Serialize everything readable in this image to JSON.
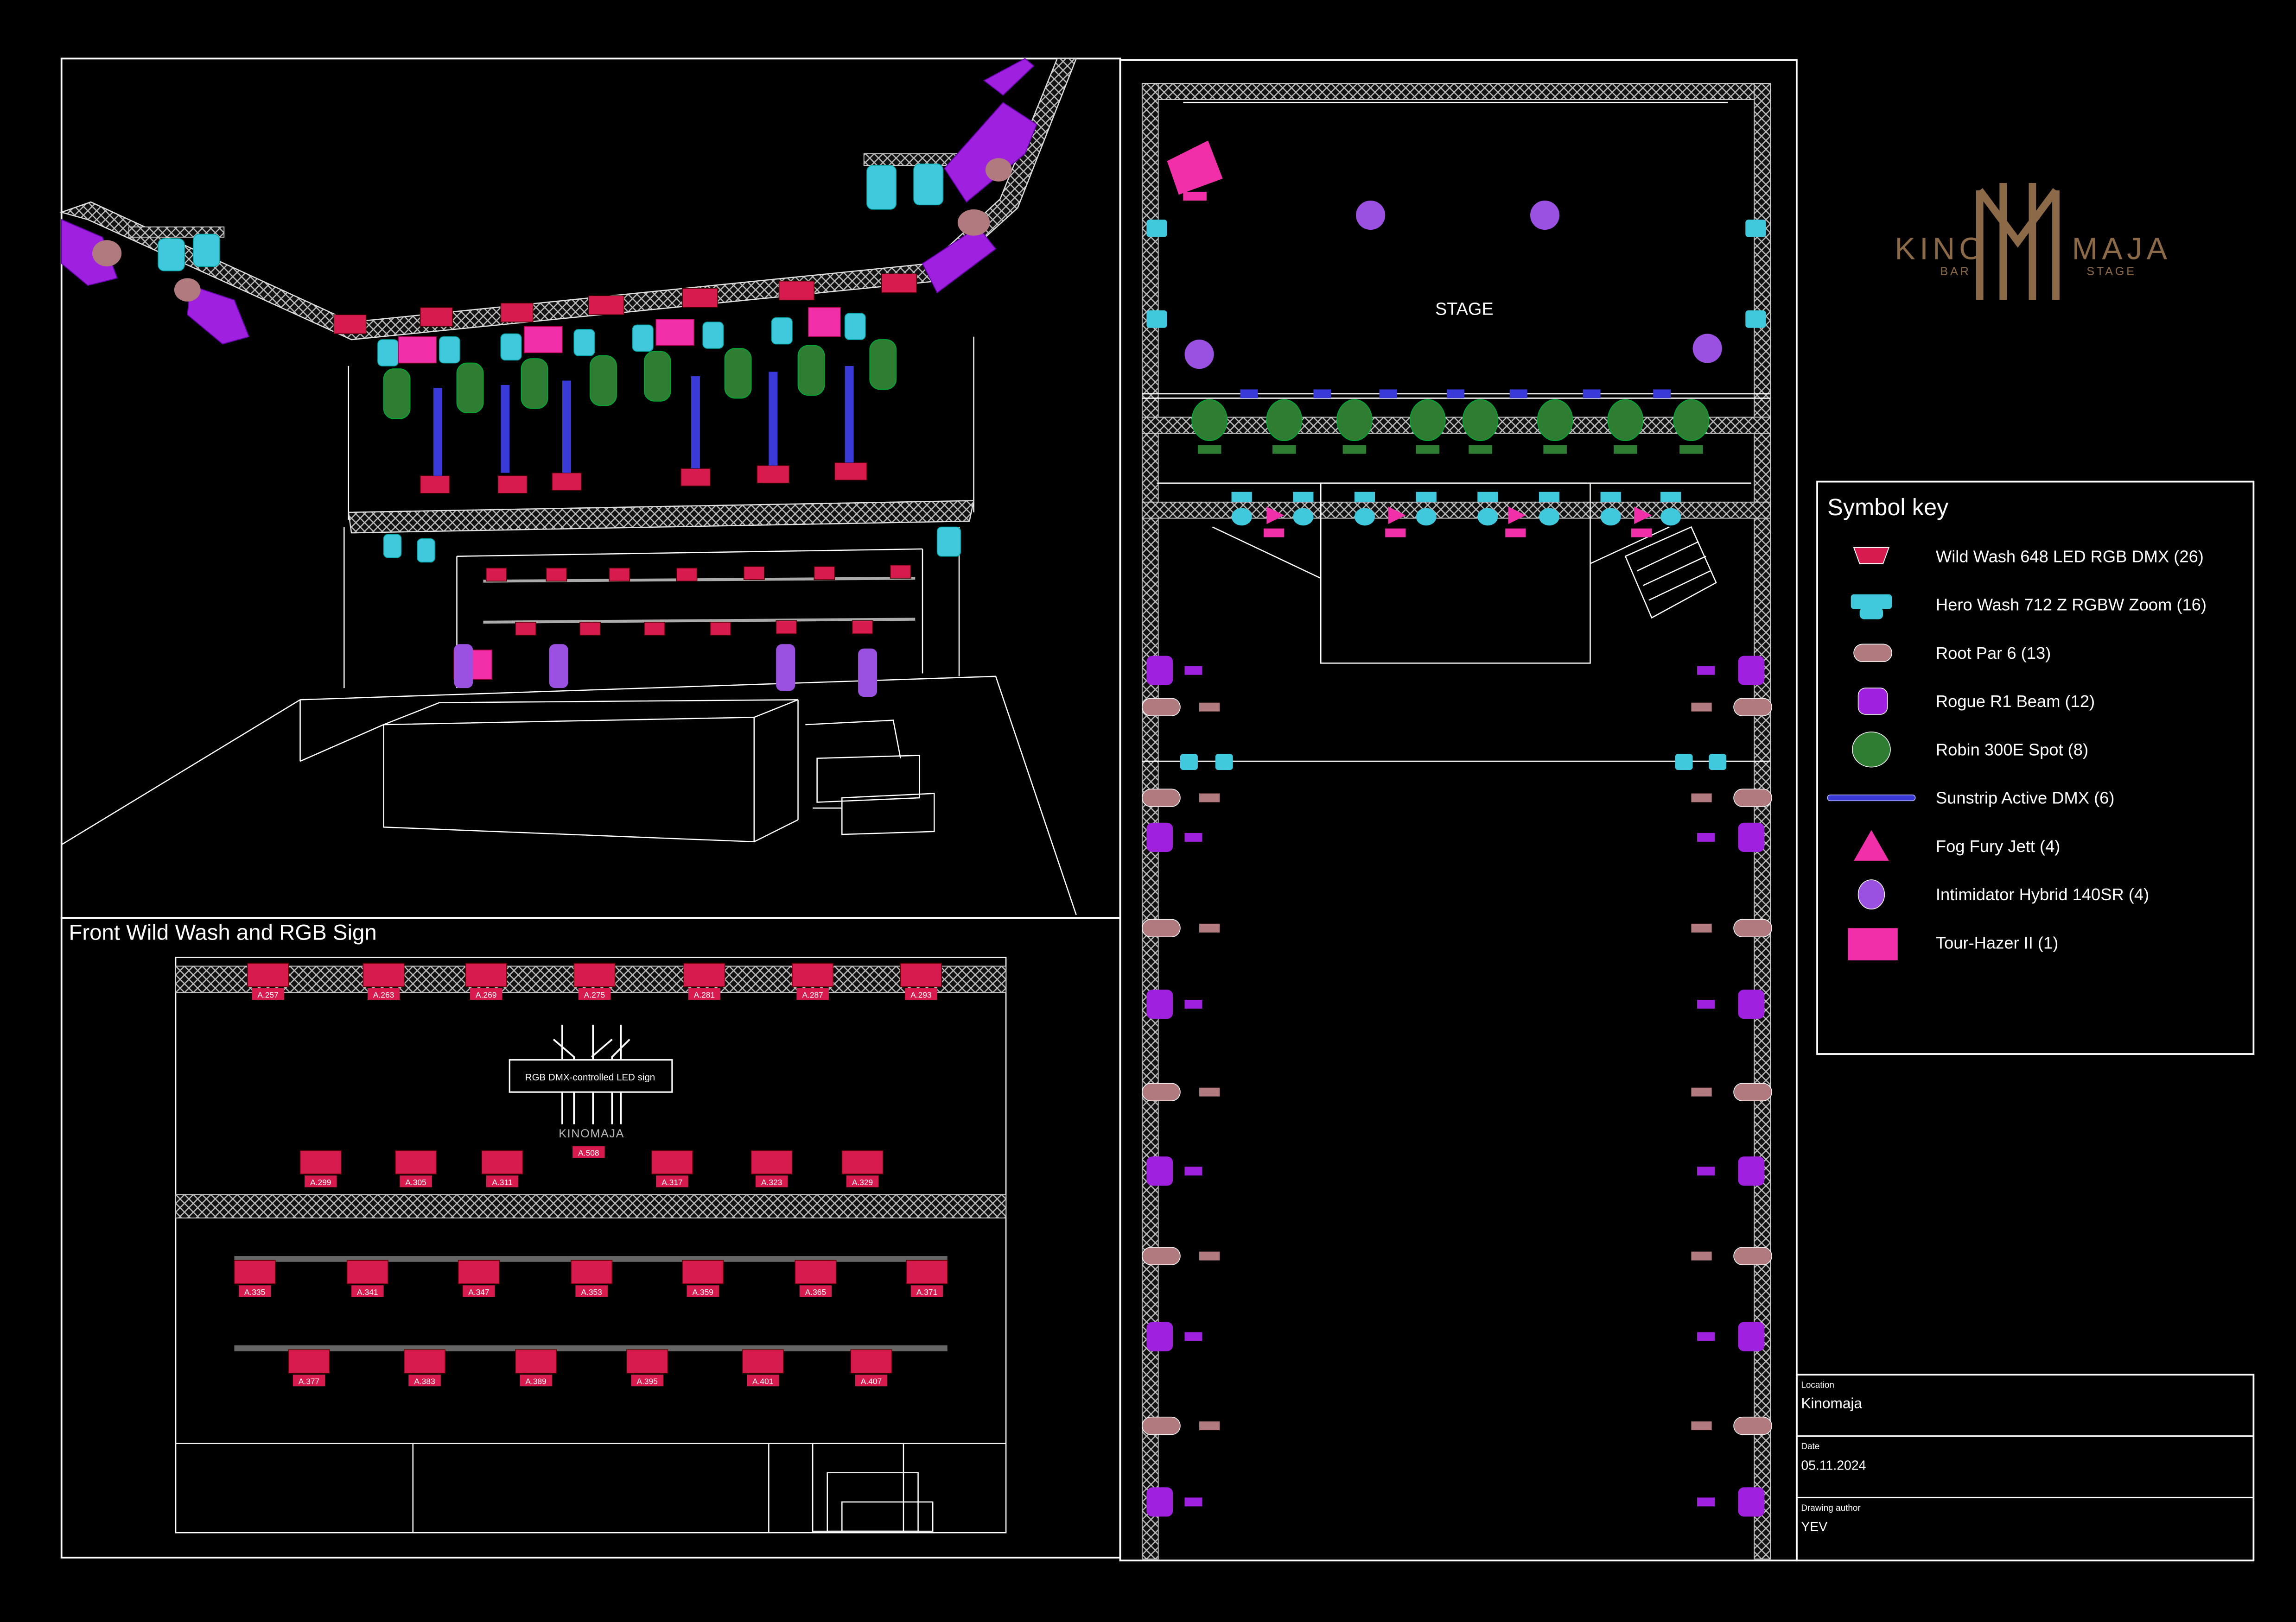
{
  "logo": {
    "left_word": "KINO",
    "right_word": "MAJA",
    "sub_left": "BAR",
    "sub_right": "STAGE",
    "color": "#8c6a48"
  },
  "front_view": {
    "title": "Front Wild Wash and RGB Sign",
    "sign_label": "RGB DMX-controlled LED sign",
    "sign_name": "KINOMAJA",
    "sign_address": "A.508",
    "row1": [
      "A.257",
      "A.263",
      "A.269",
      "A.275",
      "A.281",
      "A.287",
      "A.293"
    ],
    "row2": [
      "A.299",
      "A.305",
      "A.311",
      "A.317",
      "A.323",
      "A.329"
    ],
    "row3": [
      "A.335",
      "A.341",
      "A.347",
      "A.353",
      "A.359",
      "A.365",
      "A.371"
    ],
    "row4": [
      "A.377",
      "A.383",
      "A.389",
      "A.395",
      "A.401",
      "A.407"
    ]
  },
  "plan": {
    "stage_label": "STAGE"
  },
  "legend": {
    "title": "Symbol key",
    "items": [
      {
        "label": "Wild Wash 648 LED RGB DMX (26)",
        "icon": "wild-wash",
        "color": "#d81b4f"
      },
      {
        "label": "Hero Wash 712 Z RGBW Zoom (16)",
        "icon": "hero-wash",
        "color": "#40c8dc"
      },
      {
        "label": "Root Par 6 (13)",
        "icon": "root-par",
        "color": "#b07a7e"
      },
      {
        "label": "Rogue R1 Beam (12)",
        "icon": "rogue-beam",
        "color": "#a020e0"
      },
      {
        "label": "Robin 300E Spot (8)",
        "icon": "robin-spot",
        "color": "#2e7d32"
      },
      {
        "label": "Sunstrip Active DMX (6)",
        "icon": "sunstrip",
        "color": "#3a3ad8"
      },
      {
        "label": "Fog Fury Jett (4)",
        "icon": "fog-jett",
        "color": "#f02fa8"
      },
      {
        "label": "Intimidator Hybrid 140SR (4)",
        "icon": "intimidator",
        "color": "#9a50e0"
      },
      {
        "label": "Tour-Hazer II (1)",
        "icon": "tour-hazer",
        "color": "#f02fa8"
      }
    ]
  },
  "title_block": {
    "location_label": "Location",
    "location_value": "Kinomaja",
    "date_label": "Date",
    "date_value": "05.11.2024",
    "author_label": "Drawing author",
    "author_value": "YEV"
  }
}
